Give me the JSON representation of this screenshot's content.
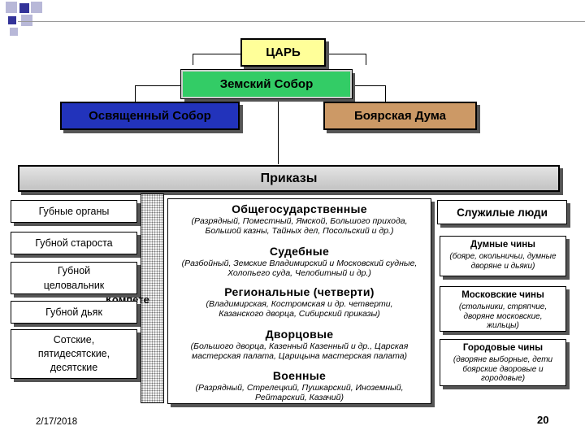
{
  "colors": {
    "tsar_fill": "#ffff99",
    "sobor_fill": "#33cc66",
    "osv_fill": "#2233bb",
    "boyar_fill": "#cc9966",
    "prikazy_fill": "#cccccc",
    "accent_squares": "#333399"
  },
  "top": {
    "tsar": "ЦАРЬ",
    "zemsky_sobor": "Земский Собор",
    "osv_sobor": "Освященный Собор",
    "boyar_duma": "Боярская Дума",
    "prikazy": "Приказы"
  },
  "left": {
    "gubnye_organy": "Губные органы",
    "gubnoy_starosta": "Губной староста",
    "gubnoy_tselovalnik": "Губной целовальник",
    "gubnoy_dyak": "Губной дьяк",
    "sotskie": "Сотские, пятидесятские, десятские",
    "hidden_text": "Компете"
  },
  "center": [
    {
      "title": "Общегосударственные",
      "desc": "(Разрядный, Поместный, Ямской, Большого прихода, Большой казны, Тайных дел, Посольский и др.)"
    },
    {
      "title": "Судебные",
      "desc": "(Разбойный, Земские Владимирский и Московский судные, Холопьего суда, Челобитный и др.)"
    },
    {
      "title": "Региональные (четверти)",
      "desc": "(Владимирская, Костромская и др. четверти, Казанского дворца, Сибирский приказы)"
    },
    {
      "title": "Дворцовые",
      "desc": "(Большого дворца, Казенный Казенный и др., Царская мастерская палата, Царицына мастерская палата)"
    },
    {
      "title": "Военные",
      "desc": "(Разрядный, Стрелецкий, Пушкарский, Иноземный, Рейтарский, Казачий)"
    }
  ],
  "right": {
    "header": "Служилые люди",
    "groups": [
      {
        "title": "Думные чины",
        "desc": "(бояре, окольничьи, думные дворяне и дьяки)"
      },
      {
        "title": "Московские чины",
        "desc": "(стольники, стряпчие, дворяне московские, жильцы)"
      },
      {
        "title": "Городовые чины",
        "desc": "(дворяне выборные, дети боярские дворовые и городовые)"
      }
    ]
  },
  "footer": {
    "date": "2/17/2018",
    "page": "20"
  }
}
